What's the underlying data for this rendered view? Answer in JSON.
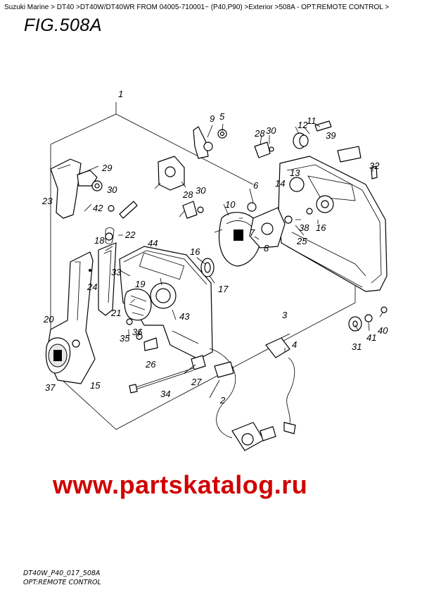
{
  "breadcrumb": "Suzuki Marine > DT40 >DT40W/DT40WR FROM 04005-710001~ (P40,P90) >Exterior >508A - OPT:REMOTE CONTROL >",
  "figure_title": "FIG.508A",
  "watermark": "www.partskatalog.ru",
  "footer_code": "DT40W_P40_017_508A",
  "footer_caption": "OPT:REMOTE CONTROL",
  "part_labels": [
    "1",
    "2",
    "3",
    "4",
    "5",
    "6",
    "7",
    "8",
    "9",
    "10",
    "11",
    "12",
    "13",
    "14",
    "15",
    "16",
    "16",
    "17",
    "18",
    "19",
    "20",
    "21",
    "22",
    "23",
    "24",
    "25",
    "26",
    "27",
    "28",
    "28",
    "29",
    "30",
    "30",
    "30",
    "31",
    "32",
    "33",
    "34",
    "35",
    "36",
    "37",
    "38",
    "39",
    "40",
    "41",
    "42",
    "43",
    "44"
  ],
  "colors": {
    "watermark": "#d00000",
    "lines": "#000000",
    "background": "#ffffff"
  }
}
